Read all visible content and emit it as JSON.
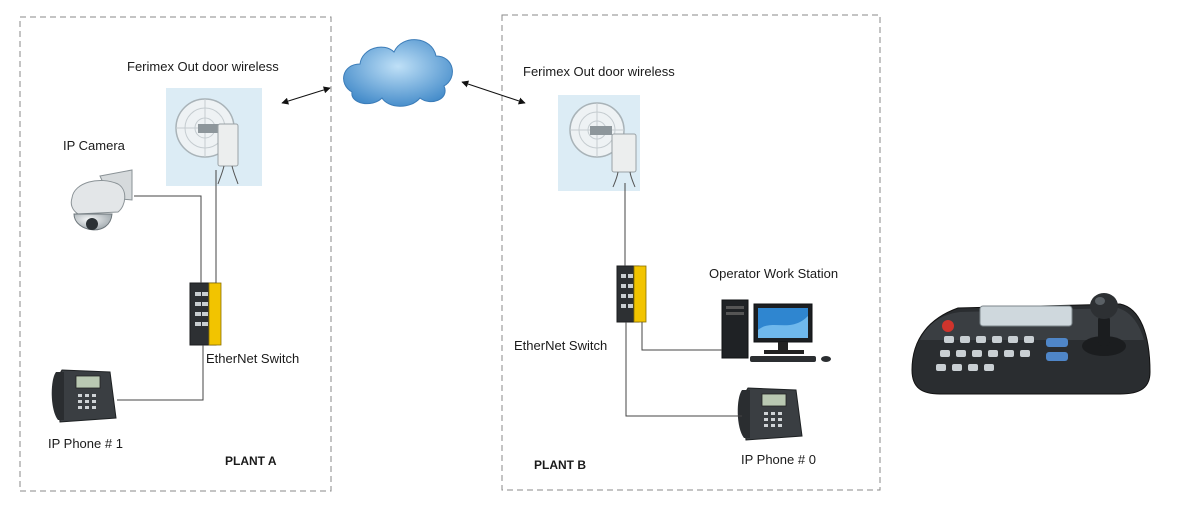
{
  "plant_a": {
    "name": "PLANT A",
    "wireless_label": "Ferimex Out door wireless",
    "camera_label": "IP Camera",
    "switch_label": "EtherNet Switch",
    "phone_label": "IP Phone # 1"
  },
  "plant_b": {
    "name": "PLANT B",
    "wireless_label": "Ferimex Out door wireless",
    "switch_label": "EtherNet Switch",
    "workstation_label": "Operator Work Station",
    "phone_label": "IP Phone # 0"
  },
  "icons": [
    "cloud-icon",
    "wireless-antenna-icon",
    "ip-camera-icon",
    "ethernet-switch-icon",
    "ip-phone-icon",
    "workstation-icon",
    "ptz-keyboard-controller-icon"
  ],
  "colors": {
    "border": "#8a8a8a",
    "cloud": "#6fa8dc",
    "switch_body": "#f2c400",
    "antenna_panel": "#dcecf5"
  }
}
